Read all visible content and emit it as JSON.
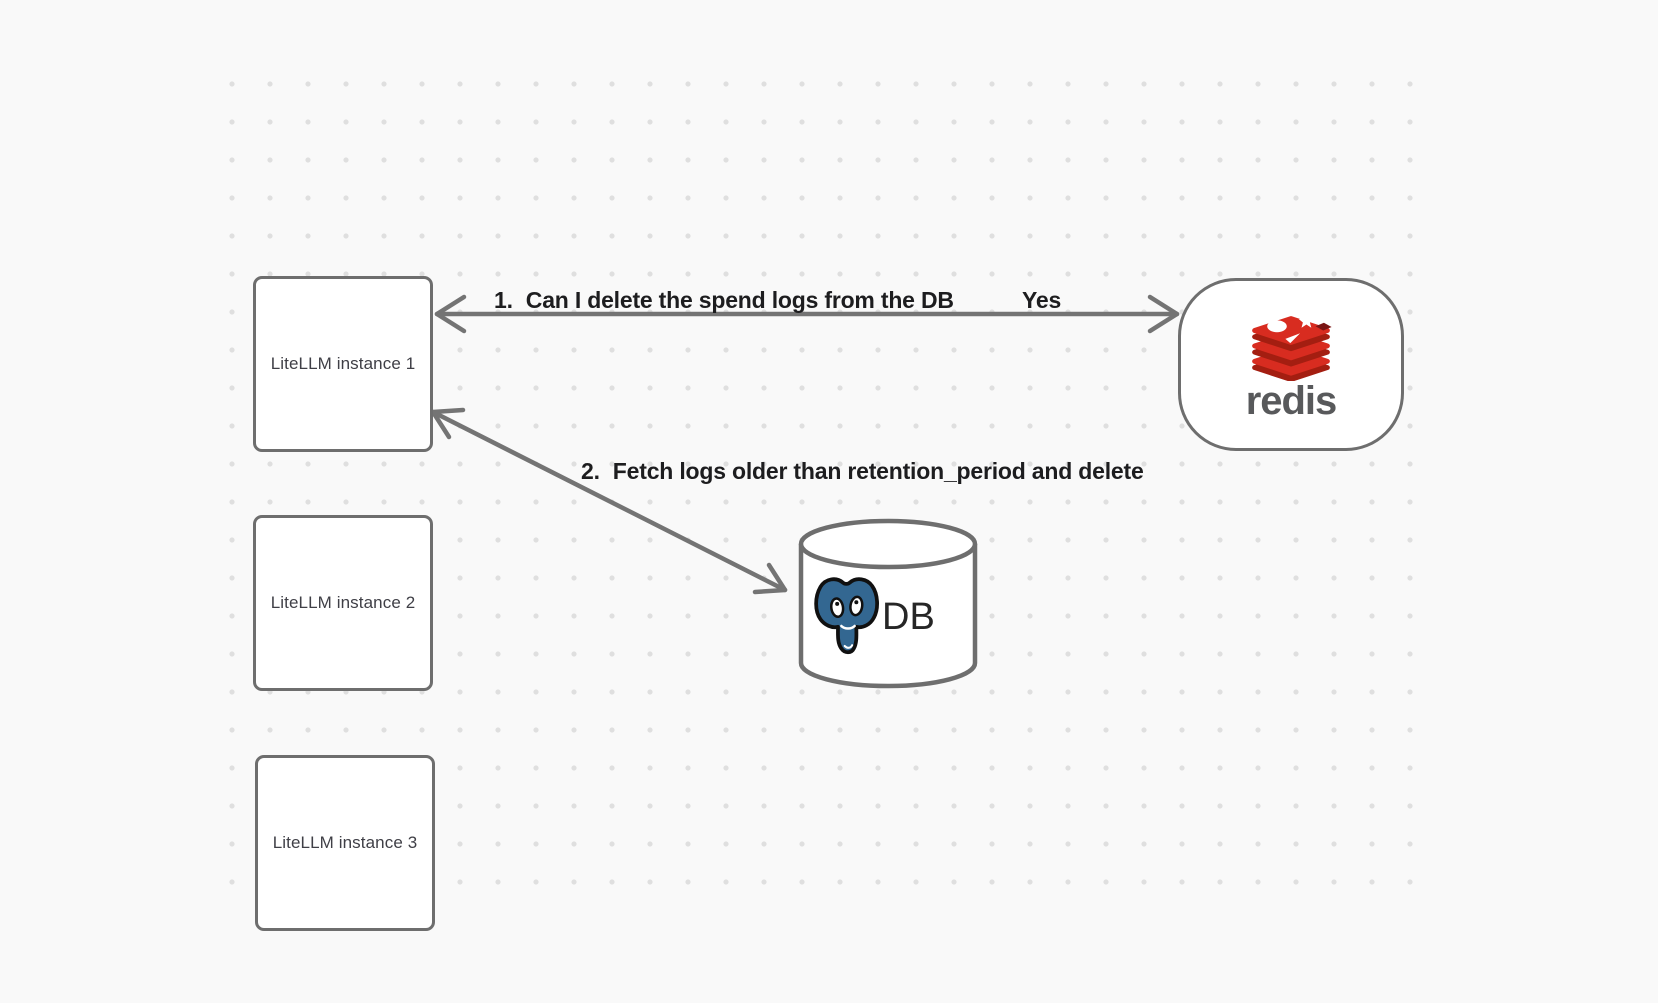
{
  "canvas": {
    "background": "#f9f9f9",
    "dot_color": "#dfdfdf",
    "shape_border_color": "#6e6e6e",
    "arrow_color": "#747474"
  },
  "nodes": {
    "litellm_instances": [
      {
        "label": "LiteLLM instance 1"
      },
      {
        "label": "LiteLLM instance 2"
      },
      {
        "label": "LiteLLM instance 3"
      }
    ],
    "redis": {
      "wordmark": "redis"
    },
    "db": {
      "label": "DB"
    }
  },
  "edges": {
    "step1": {
      "number": "1.",
      "text": "Can I delete the spend logs from the DB",
      "answer": "Yes"
    },
    "step2": {
      "number": "2.",
      "text": "Fetch logs older than retention_period and delete"
    }
  },
  "icons": {
    "redis_logo": "redis-stack-logo",
    "postgres_logo": "postgresql-elephant-logo"
  },
  "logo_colors": {
    "redis_bright_red": "#D82C20",
    "redis_dark_red": "#A41E11",
    "postgres_blue": "#336791"
  }
}
